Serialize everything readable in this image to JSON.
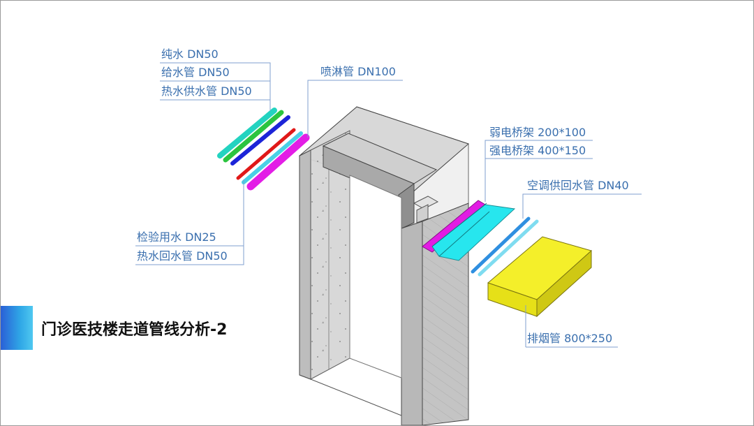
{
  "slide": {
    "title": "门诊医技楼走道管线分析-2"
  },
  "labels": {
    "pure_water": "纯水 DN50",
    "water_supply": "给水管 DN50",
    "hot_water_supply": "热水供水管 DN50",
    "sprinkler": "喷淋管 DN100",
    "lab_water": "检验用水 DN25",
    "hot_water_return": "热水回水管 DN50",
    "weak_current_tray": "弱电桥架 200*100",
    "strong_current_tray": "强电桥架 400*150",
    "ac_water": "空调供回水管 DN40",
    "smoke_exhaust": "排烟管 800*250"
  },
  "colors": {
    "label_text": "#3a6fae",
    "leader_line": "#7f9fcf",
    "pipe_cyan": "#23d3c0",
    "pipe_green": "#2bc43f",
    "pipe_blue": "#1c24d8",
    "pipe_red": "#e01818",
    "pipe_lightblue": "#49d0e6",
    "pipe_magenta": "#e31de6",
    "tray_magenta": "#e21ce3",
    "tray_cyan": "#27e6ee",
    "ac_pipe_blue": "#2f8fe0",
    "ac_pipe_light": "#7fdcf0",
    "duct_yellow": "#f4ef2a",
    "concrete": "#c9c9c9",
    "accent_bar": "#2f8fe0"
  }
}
